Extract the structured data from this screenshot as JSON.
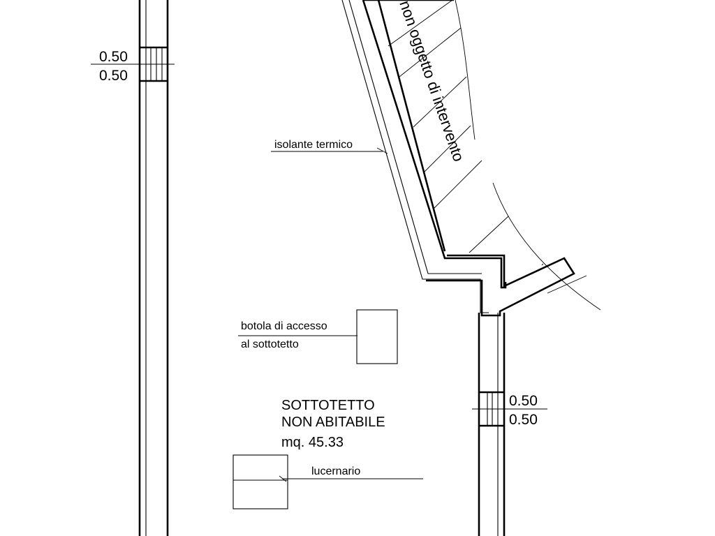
{
  "labels": {
    "dim_top_upper": "0.50",
    "dim_top_lower": "0.50",
    "dim_right_upper": "0.50",
    "dim_right_lower": "0.50",
    "isolante": "isolante termico",
    "botola_line1": "botola di accesso",
    "botola_line2": "al sottotetto",
    "room_name_line1": "SOTTOTETTO",
    "room_name_line2": "NON ABITABILE",
    "room_area": "mq. 45.33",
    "lucernario": "lucernario",
    "non_oggetto": "non oggetto di intervento"
  }
}
